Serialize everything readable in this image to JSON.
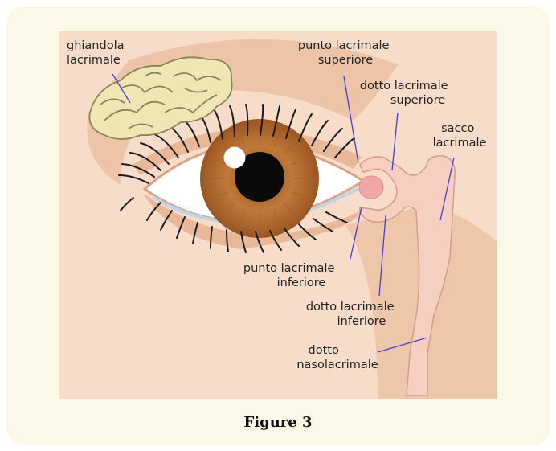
{
  "diagram": {
    "labels": {
      "lacrimal_gland": [
        "ghiandola",
        "lacrimale"
      ],
      "upper_punctum": [
        "punto lacrimale",
        "superiore"
      ],
      "upper_canaliculus": [
        "dotto lacrimale",
        "superiore"
      ],
      "lacrimal_sac": [
        "sacco",
        "lacrimale"
      ],
      "lower_punctum": [
        "punto lacrimale",
        "inferiore"
      ],
      "lower_canaliculus": [
        "dotto lacrimale",
        "inferiore"
      ],
      "nasolacrimal_duct": [
        "dotto",
        "nasolacrimale"
      ]
    }
  },
  "caption": "Figure 3",
  "colors": {
    "card_background": "#fcf8e8",
    "skin": "#f7dcc9",
    "skin_shadow": "#e9b899",
    "gland": "#efe6b4",
    "iris": "#b46f35",
    "duct": "#f6cfc0",
    "leader_line": "#4a3cd6"
  }
}
